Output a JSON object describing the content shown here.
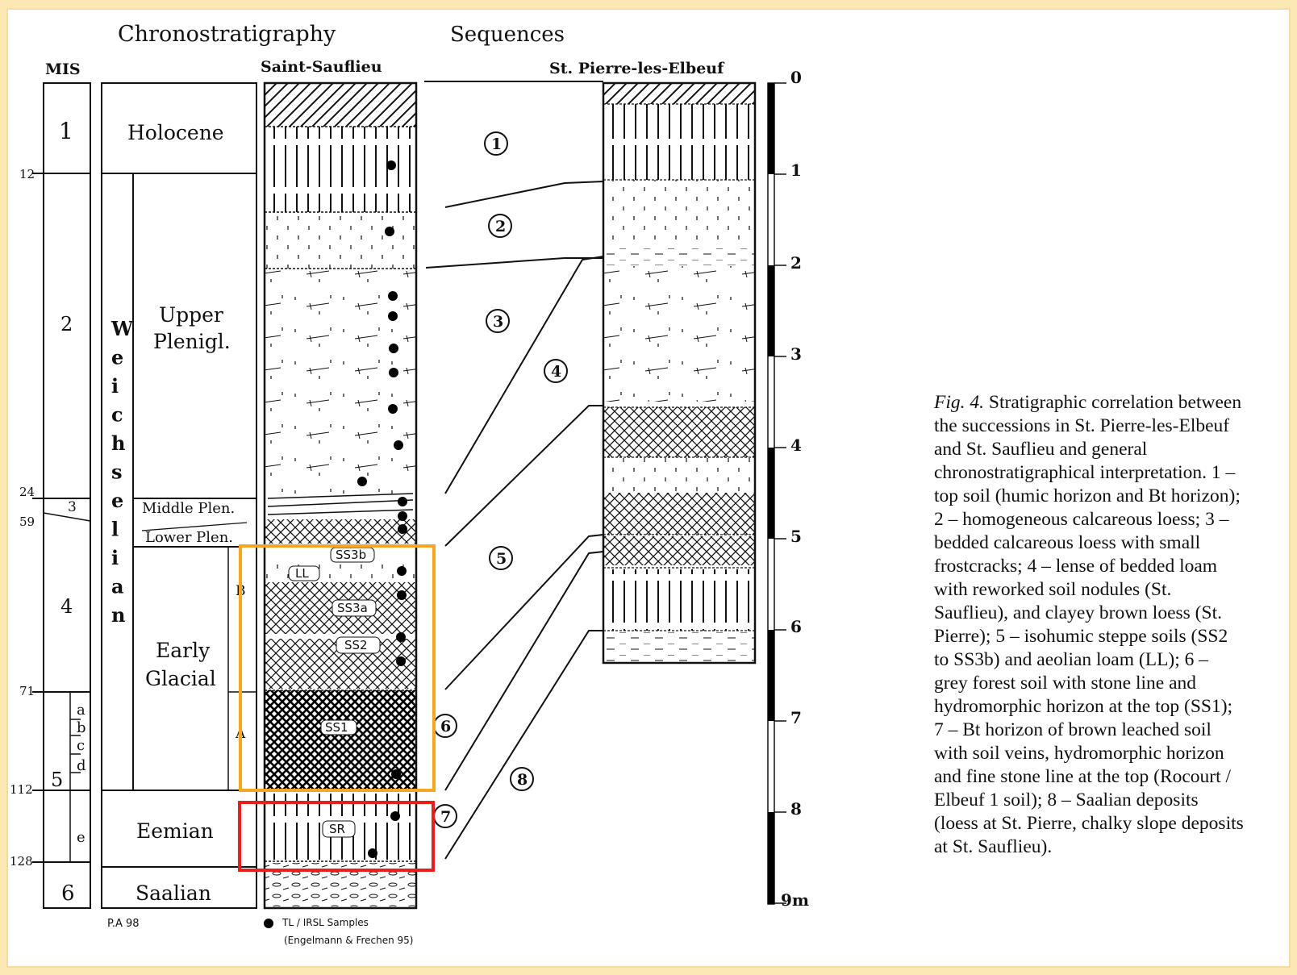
{
  "headers": {
    "chronostratigraphy": "Chronostratigraphy",
    "sequences": "Sequences",
    "mis": "MIS",
    "saint_sauflieu": "Saint-Sauflieu",
    "st_pierre": "St. Pierre-les-Elbeuf"
  },
  "mis": {
    "stages": [
      "1",
      "2",
      "3",
      "4",
      "5",
      "6"
    ],
    "substages": [
      "a",
      "b",
      "c",
      "d",
      "e"
    ],
    "ages": [
      "12",
      "24",
      "59",
      "71",
      "112",
      "128"
    ]
  },
  "chrono": {
    "holocene": "Holocene",
    "weichselian_letters": [
      "W",
      "e",
      "i",
      "c",
      "h",
      "s",
      "e",
      "l",
      "i",
      "a",
      "n"
    ],
    "upper_pleni_1": "Upper",
    "upper_pleni_2": "Plenigl.",
    "middle_plen": "Middle Plen.",
    "lower_plen": "Lower Plen.",
    "early_glacial_1": "Early",
    "early_glacial_2": "Glacial",
    "sub_b": "B",
    "sub_a": "A",
    "eemian": "Eemian",
    "saalian": "Saalian"
  },
  "soil_labels": [
    "SS3b",
    "LL",
    "SS3a",
    "SS2",
    "SS1",
    "SR"
  ],
  "sequence_numbers": [
    "1",
    "2",
    "3",
    "4",
    "5",
    "6",
    "7",
    "8"
  ],
  "depth_scale": [
    "0",
    "1",
    "2",
    "3",
    "4",
    "5",
    "6",
    "7",
    "8",
    "9m"
  ],
  "footer": {
    "author": "P.A 98",
    "samples_1": "TL / IRSL Samples",
    "samples_2": "(Engelmann & Frechen 95)"
  },
  "caption": {
    "fig": "Fig. 4.",
    "text": "Stratigraphic correlation between the successions in St. Pierre-les-Elbeuf and St. Sauflieu and general chronostratigraphical interpretation. 1 – top soil (humic horizon and Bt horizon); 2 – homogeneous calcareous loess; 3 – bedded calcareous loess with small frostcracks; 4 – lense of bedded loam with reworked soil nodules (St. Sauflieu), and clayey brown loess (St. Pierre); 5 – isohumic steppe soils (SS2 to SS3b) and aeolian loam (LL); 6 – grey forest soil with stone line and hydromorphic horizon at the top (SS1); 7 – Bt horizon of brown leached soil with soil veins, hydromorphic horizon and fine stone line at the top (Rocourt / Elbeuf 1 soil); 8 – Saalian deposits (loess at St. Pierre, chalky slope deposits at St. Sauflieu)."
  },
  "highlights": {
    "orange": "#f5a623",
    "red": "#e8201c"
  }
}
